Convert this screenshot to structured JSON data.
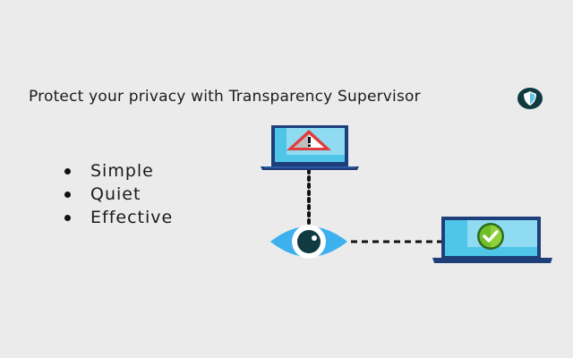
{
  "title": "Protect your privacy with Transparency Supervisor",
  "features": [
    "Simple",
    "Quiet",
    "Effective"
  ],
  "icons": [
    "shield-icon",
    "laptop-warning-icon",
    "eye-icon",
    "laptop-check-icon"
  ],
  "colors": {
    "background": "#ebebeb",
    "laptop_frame": "#1f3f7a",
    "screen": "#4fc6e8",
    "eye": "#3db0ee",
    "warning": "#e03c3c",
    "check": "#6fbf2a",
    "shield": "#0f3a3f"
  }
}
